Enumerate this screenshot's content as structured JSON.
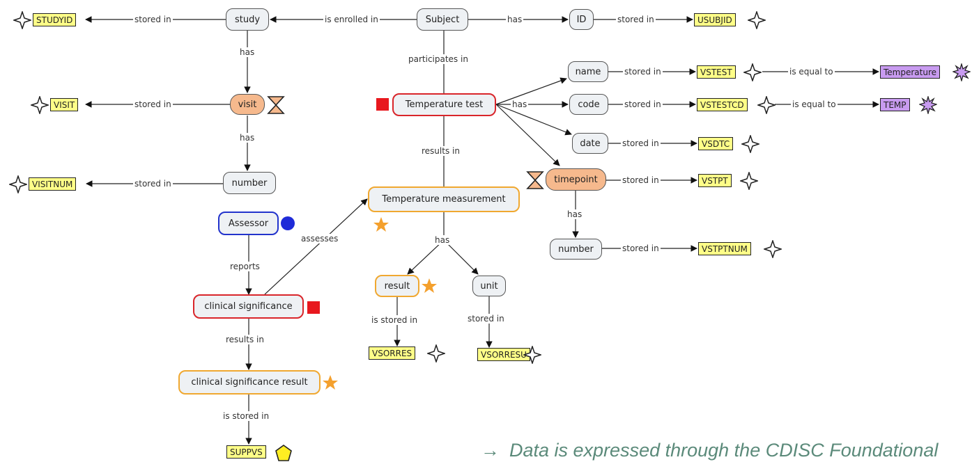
{
  "nodes": {
    "subject": "Subject",
    "study": "study",
    "id": "ID",
    "visit": "visit",
    "number1": "number",
    "temp_test": "Temperature test",
    "name": "name",
    "code": "code",
    "date": "date",
    "timepoint": "timepoint",
    "number2": "number",
    "temp_meas": "Temperature measurement",
    "assessor": "Assessor",
    "clin_sig": "clinical significance",
    "clin_sig_result": "clinical significance result",
    "result": "result",
    "unit": "unit"
  },
  "variables": {
    "studyid": "STUDYID",
    "usubjid": "USUBJID",
    "visit": "VISIT",
    "visitnum": "VISITNUM",
    "vstest": "VSTEST",
    "vstestcd": "VSTESTCD",
    "vsdtc": "VSDTC",
    "vstpt": "VSTPT",
    "vstptnum": "VSTPTNUM",
    "vsorres": "VSORRES",
    "vsorresu": "VSORRESU",
    "suppvs": "SUPPVS"
  },
  "terms": {
    "temperature": "Temperature",
    "temp": "TEMP"
  },
  "edge_labels": {
    "is_enrolled_in": "is enrolled in",
    "has": "has",
    "stored_in": "stored in",
    "participates_in": "participates in",
    "is_equal_to": "is equal to",
    "results_in": "results in",
    "assesses": "assesses",
    "reports": "reports",
    "is_stored_in": "is stored in"
  },
  "caption": {
    "arrow": "→",
    "text": "Data is expressed through the CDISC Foundational"
  },
  "colors": {
    "variable_fill": "#ffff88",
    "term_fill": "#c89bf0",
    "node_fill": "#eef1f4",
    "highlight_fill": "#f6b98d",
    "orange_border": "#f0a830",
    "red_border": "#d9252a",
    "blue_border": "#2233cc",
    "caption": "#5b8a7a"
  }
}
